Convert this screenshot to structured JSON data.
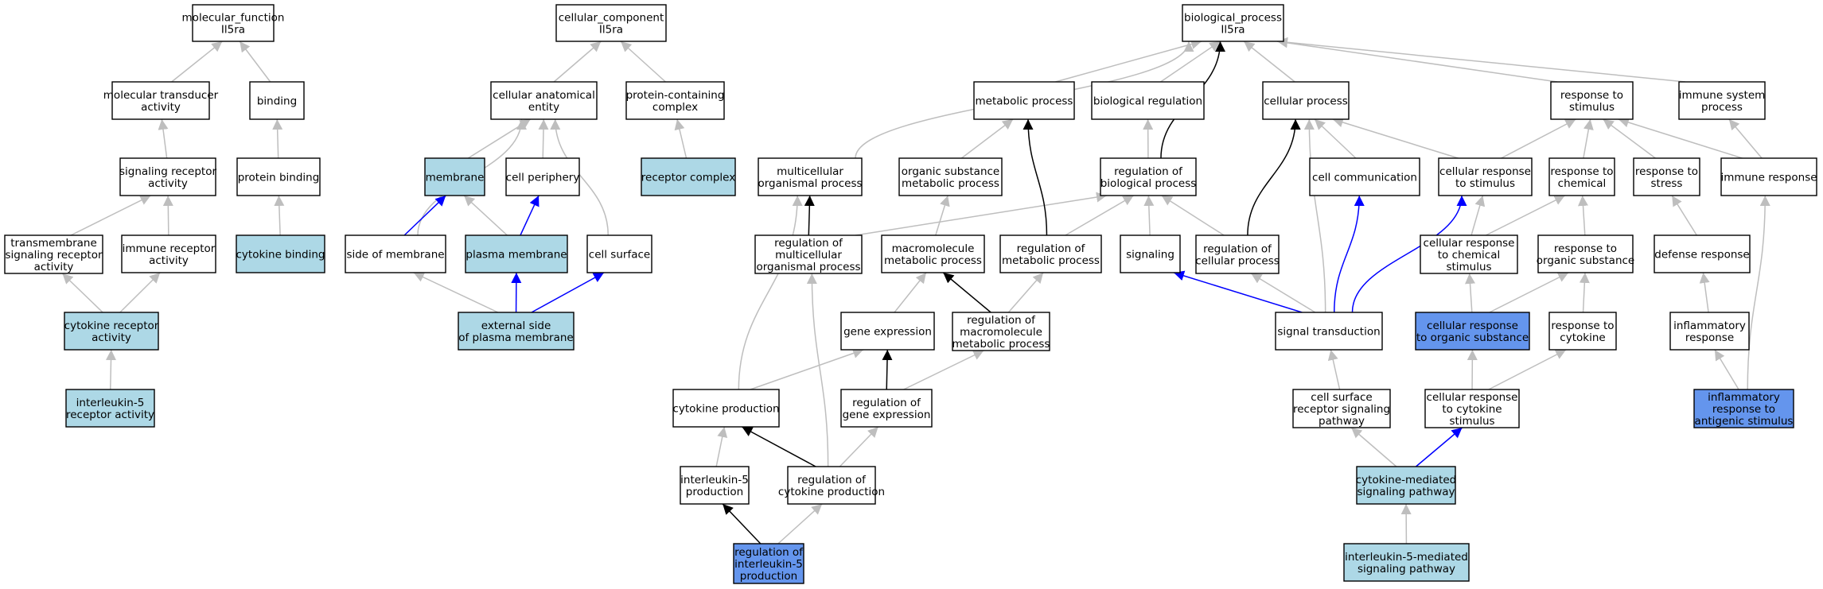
{
  "colors": {
    "default_fill": "#ffffff",
    "annotated_fill": "#add8e6",
    "direct_fill": "#6495ed",
    "is_a_edge": "#bebebe",
    "regulates_edge": "#000000",
    "positively_regulates_edge": "#0000ff"
  },
  "nodes": [
    {
      "id": "mf",
      "lines": [
        "molecular_function",
        "Il5ra"
      ],
      "fill": "default"
    },
    {
      "id": "mta",
      "lines": [
        "molecular transducer",
        "activity"
      ],
      "fill": "default"
    },
    {
      "id": "binding",
      "lines": [
        "binding"
      ],
      "fill": "default"
    },
    {
      "id": "sra",
      "lines": [
        "signaling receptor",
        "activity"
      ],
      "fill": "default"
    },
    {
      "id": "pb",
      "lines": [
        "protein binding"
      ],
      "fill": "default"
    },
    {
      "id": "tsra",
      "lines": [
        "transmembrane",
        "signaling receptor",
        "activity"
      ],
      "fill": "default"
    },
    {
      "id": "ira",
      "lines": [
        "immune receptor",
        "activity"
      ],
      "fill": "default"
    },
    {
      "id": "cb",
      "lines": [
        "cytokine binding"
      ],
      "fill": "annotated"
    },
    {
      "id": "cra",
      "lines": [
        "cytokine receptor",
        "activity"
      ],
      "fill": "annotated"
    },
    {
      "id": "il5ra",
      "lines": [
        "interleukin-5",
        "receptor activity"
      ],
      "fill": "annotated"
    },
    {
      "id": "cc",
      "lines": [
        "cellular_component",
        "Il5ra"
      ],
      "fill": "default"
    },
    {
      "id": "cae",
      "lines": [
        "cellular anatomical",
        "entity"
      ],
      "fill": "default"
    },
    {
      "id": "pcc",
      "lines": [
        "protein-containing",
        "complex"
      ],
      "fill": "default"
    },
    {
      "id": "membrane",
      "lines": [
        "membrane"
      ],
      "fill": "annotated"
    },
    {
      "id": "cp",
      "lines": [
        "cell periphery"
      ],
      "fill": "default"
    },
    {
      "id": "rc",
      "lines": [
        "receptor complex"
      ],
      "fill": "annotated"
    },
    {
      "id": "som",
      "lines": [
        "side of membrane"
      ],
      "fill": "default"
    },
    {
      "id": "pm",
      "lines": [
        "plasma membrane"
      ],
      "fill": "annotated"
    },
    {
      "id": "cs",
      "lines": [
        "cell surface"
      ],
      "fill": "default"
    },
    {
      "id": "espm",
      "lines": [
        "external side",
        "of plasma membrane"
      ],
      "fill": "annotated"
    },
    {
      "id": "bp",
      "lines": [
        "biological_process",
        "Il5ra"
      ],
      "fill": "default"
    },
    {
      "id": "metp",
      "lines": [
        "metabolic process"
      ],
      "fill": "default"
    },
    {
      "id": "breg",
      "lines": [
        "biological regulation"
      ],
      "fill": "default"
    },
    {
      "id": "cellp",
      "lines": [
        "cellular process"
      ],
      "fill": "default"
    },
    {
      "id": "rts",
      "lines": [
        "response to",
        "stimulus"
      ],
      "fill": "default"
    },
    {
      "id": "isp",
      "lines": [
        "immune system",
        "process"
      ],
      "fill": "default"
    },
    {
      "id": "mop",
      "lines": [
        "multicellular",
        "organismal process"
      ],
      "fill": "default"
    },
    {
      "id": "osmp",
      "lines": [
        "organic substance",
        "metabolic process"
      ],
      "fill": "default"
    },
    {
      "id": "rbp",
      "lines": [
        "regulation of",
        "biological process"
      ],
      "fill": "default"
    },
    {
      "id": "ccom",
      "lines": [
        "cell communication"
      ],
      "fill": "default"
    },
    {
      "id": "crts",
      "lines": [
        "cellular response",
        "to stimulus"
      ],
      "fill": "default"
    },
    {
      "id": "rtc",
      "lines": [
        "response to",
        "chemical"
      ],
      "fill": "default"
    },
    {
      "id": "rtst",
      "lines": [
        "response to",
        "stress"
      ],
      "fill": "default"
    },
    {
      "id": "ir",
      "lines": [
        "immune response"
      ],
      "fill": "default"
    },
    {
      "id": "rmop",
      "lines": [
        "regulation of",
        "multicellular",
        "organismal process"
      ],
      "fill": "default"
    },
    {
      "id": "mmp",
      "lines": [
        "macromolecule",
        "metabolic process"
      ],
      "fill": "default"
    },
    {
      "id": "rmp",
      "lines": [
        "regulation of",
        "metabolic process"
      ],
      "fill": "default"
    },
    {
      "id": "sig",
      "lines": [
        "signaling"
      ],
      "fill": "default"
    },
    {
      "id": "rcp",
      "lines": [
        "regulation of",
        "cellular process"
      ],
      "fill": "default"
    },
    {
      "id": "crtcs",
      "lines": [
        "cellular response",
        "to chemical",
        "stimulus"
      ],
      "fill": "default"
    },
    {
      "id": "rtos",
      "lines": [
        "response to",
        "organic substance"
      ],
      "fill": "default"
    },
    {
      "id": "dr",
      "lines": [
        "defense response"
      ],
      "fill": "default"
    },
    {
      "id": "ge",
      "lines": [
        "gene expression"
      ],
      "fill": "default"
    },
    {
      "id": "rmmp",
      "lines": [
        "regulation of",
        "macromolecule",
        "metabolic process"
      ],
      "fill": "default"
    },
    {
      "id": "st",
      "lines": [
        "signal transduction"
      ],
      "fill": "default"
    },
    {
      "id": "crtos",
      "lines": [
        "cellular response",
        "to organic substance"
      ],
      "fill": "direct"
    },
    {
      "id": "rtcy",
      "lines": [
        "response to",
        "cytokine"
      ],
      "fill": "default"
    },
    {
      "id": "infr",
      "lines": [
        "inflammatory",
        "response"
      ],
      "fill": "default"
    },
    {
      "id": "cyp",
      "lines": [
        "cytokine production"
      ],
      "fill": "default"
    },
    {
      "id": "rge",
      "lines": [
        "regulation of",
        "gene expression"
      ],
      "fill": "default"
    },
    {
      "id": "csrsp",
      "lines": [
        "cell surface",
        "receptor signaling",
        "pathway"
      ],
      "fill": "default"
    },
    {
      "id": "crtcy",
      "lines": [
        "cellular response",
        "to cytokine",
        "stimulus"
      ],
      "fill": "default"
    },
    {
      "id": "irtas",
      "lines": [
        "inflammatory",
        "response to",
        "antigenic stimulus"
      ],
      "fill": "direct"
    },
    {
      "id": "il5p",
      "lines": [
        "interleukin-5",
        "production"
      ],
      "fill": "default"
    },
    {
      "id": "rcyp",
      "lines": [
        "regulation of",
        "cytokine production"
      ],
      "fill": "default"
    },
    {
      "id": "cmsp",
      "lines": [
        "cytokine-mediated",
        "signaling pathway"
      ],
      "fill": "annotated"
    },
    {
      "id": "ril5p",
      "lines": [
        "regulation of",
        "interleukin-5",
        "production"
      ],
      "fill": "direct"
    },
    {
      "id": "il5msp",
      "lines": [
        "interleukin-5-mediated",
        "signaling pathway"
      ],
      "fill": "annotated"
    }
  ],
  "edges": [
    {
      "from": "mta",
      "to": "mf",
      "type": "is_a"
    },
    {
      "from": "binding",
      "to": "mf",
      "type": "is_a"
    },
    {
      "from": "sra",
      "to": "mta",
      "type": "is_a"
    },
    {
      "from": "pb",
      "to": "binding",
      "type": "is_a"
    },
    {
      "from": "tsra",
      "to": "sra",
      "type": "is_a"
    },
    {
      "from": "ira",
      "to": "sra",
      "type": "is_a"
    },
    {
      "from": "cb",
      "to": "pb",
      "type": "is_a"
    },
    {
      "from": "cra",
      "to": "tsra",
      "type": "is_a"
    },
    {
      "from": "cra",
      "to": "ira",
      "type": "is_a"
    },
    {
      "from": "il5ra",
      "to": "cra",
      "type": "is_a"
    },
    {
      "from": "cae",
      "to": "cc",
      "type": "is_a"
    },
    {
      "from": "pcc",
      "to": "cc",
      "type": "is_a"
    },
    {
      "from": "membrane",
      "to": "cae",
      "type": "is_a"
    },
    {
      "from": "cp",
      "to": "cae",
      "type": "is_a"
    },
    {
      "from": "rc",
      "to": "pcc",
      "type": "is_a"
    },
    {
      "from": "som",
      "to": "cae",
      "type": "is_a"
    },
    {
      "from": "cs",
      "to": "cae",
      "type": "is_a"
    },
    {
      "from": "som",
      "to": "membrane",
      "type": "positively_regulates"
    },
    {
      "from": "pm",
      "to": "membrane",
      "type": "is_a"
    },
    {
      "from": "pm",
      "to": "cp",
      "type": "positively_regulates"
    },
    {
      "from": "espm",
      "to": "som",
      "type": "is_a"
    },
    {
      "from": "espm",
      "to": "pm",
      "type": "positively_regulates"
    },
    {
      "from": "espm",
      "to": "cs",
      "type": "positively_regulates"
    },
    {
      "from": "metp",
      "to": "bp",
      "type": "is_a"
    },
    {
      "from": "breg",
      "to": "bp",
      "type": "is_a"
    },
    {
      "from": "cellp",
      "to": "bp",
      "type": "is_a"
    },
    {
      "from": "rts",
      "to": "bp",
      "type": "is_a"
    },
    {
      "from": "isp",
      "to": "bp",
      "type": "is_a"
    },
    {
      "from": "mop",
      "to": "bp",
      "type": "is_a"
    },
    {
      "from": "rbp",
      "to": "bp",
      "type": "regulates"
    },
    {
      "from": "rbp",
      "to": "breg",
      "type": "is_a"
    },
    {
      "from": "osmp",
      "to": "metp",
      "type": "is_a"
    },
    {
      "from": "ccom",
      "to": "cellp",
      "type": "is_a"
    },
    {
      "from": "crts",
      "to": "cellp",
      "type": "is_a"
    },
    {
      "from": "crts",
      "to": "rts",
      "type": "is_a"
    },
    {
      "from": "rtc",
      "to": "rts",
      "type": "is_a"
    },
    {
      "from": "rtst",
      "to": "rts",
      "type": "is_a"
    },
    {
      "from": "ir",
      "to": "rts",
      "type": "is_a"
    },
    {
      "from": "ir",
      "to": "isp",
      "type": "is_a"
    },
    {
      "from": "rmop",
      "to": "mop",
      "type": "regulates"
    },
    {
      "from": "rmop",
      "to": "rbp",
      "type": "is_a"
    },
    {
      "from": "mmp",
      "to": "osmp",
      "type": "is_a"
    },
    {
      "from": "rmp",
      "to": "metp",
      "type": "regulates"
    },
    {
      "from": "rmp",
      "to": "rbp",
      "type": "is_a"
    },
    {
      "from": "sig",
      "to": "rbp",
      "type": "is_a"
    },
    {
      "from": "rcp",
      "to": "rbp",
      "type": "is_a"
    },
    {
      "from": "rcp",
      "to": "cellp",
      "type": "regulates"
    },
    {
      "from": "crtcs",
      "to": "crts",
      "type": "is_a"
    },
    {
      "from": "crtcs",
      "to": "rtc",
      "type": "is_a"
    },
    {
      "from": "rtos",
      "to": "rtc",
      "type": "is_a"
    },
    {
      "from": "dr",
      "to": "rtst",
      "type": "is_a"
    },
    {
      "from": "ge",
      "to": "mmp",
      "type": "is_a"
    },
    {
      "from": "rmmp",
      "to": "mmp",
      "type": "regulates"
    },
    {
      "from": "rmmp",
      "to": "rmp",
      "type": "is_a"
    },
    {
      "from": "st",
      "to": "sig",
      "type": "positively_regulates"
    },
    {
      "from": "st",
      "to": "ccom",
      "type": "positively_regulates"
    },
    {
      "from": "st",
      "to": "crts",
      "type": "positively_regulates"
    },
    {
      "from": "st",
      "to": "rcp",
      "type": "is_a"
    },
    {
      "from": "st",
      "to": "cellp",
      "type": "is_a"
    },
    {
      "from": "crtos",
      "to": "crtcs",
      "type": "is_a"
    },
    {
      "from": "crtos",
      "to": "rtos",
      "type": "is_a"
    },
    {
      "from": "rtcy",
      "to": "rtos",
      "type": "is_a"
    },
    {
      "from": "infr",
      "to": "dr",
      "type": "is_a"
    },
    {
      "from": "cyp",
      "to": "ge",
      "type": "is_a"
    },
    {
      "from": "cyp",
      "to": "mop",
      "type": "is_a"
    },
    {
      "from": "rge",
      "to": "ge",
      "type": "regulates"
    },
    {
      "from": "rge",
      "to": "rmmp",
      "type": "is_a"
    },
    {
      "from": "csrsp",
      "to": "st",
      "type": "is_a"
    },
    {
      "from": "crtcy",
      "to": "crtos",
      "type": "is_a"
    },
    {
      "from": "crtcy",
      "to": "rtcy",
      "type": "is_a"
    },
    {
      "from": "irtas",
      "to": "infr",
      "type": "is_a"
    },
    {
      "from": "irtas",
      "to": "ir",
      "type": "is_a"
    },
    {
      "from": "il5p",
      "to": "cyp",
      "type": "is_a"
    },
    {
      "from": "rcyp",
      "to": "cyp",
      "type": "regulates"
    },
    {
      "from": "rcyp",
      "to": "rge",
      "type": "is_a"
    },
    {
      "from": "rcyp",
      "to": "rmop",
      "type": "is_a"
    },
    {
      "from": "cmsp",
      "to": "csrsp",
      "type": "is_a"
    },
    {
      "from": "cmsp",
      "to": "crtcy",
      "type": "positively_regulates"
    },
    {
      "from": "ril5p",
      "to": "il5p",
      "type": "regulates"
    },
    {
      "from": "ril5p",
      "to": "rcyp",
      "type": "is_a"
    },
    {
      "from": "il5msp",
      "to": "cmsp",
      "type": "is_a"
    }
  ]
}
